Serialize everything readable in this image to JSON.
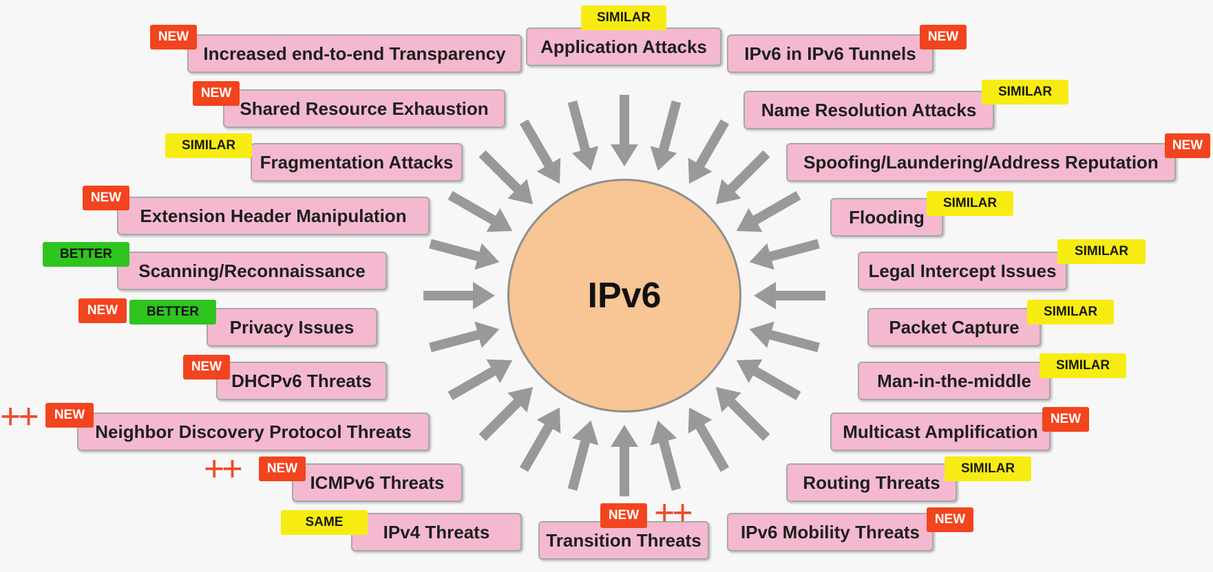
{
  "center": {
    "label": "IPv6"
  },
  "colors": {
    "box_fill": "#f4b9d0",
    "circle_fill": "#f8c594",
    "arrow": "#999999",
    "tag_new": "#f2441e",
    "tag_similar": "#f7ec12",
    "tag_better": "#2fc41f"
  },
  "tag_labels": {
    "new": "NEW",
    "similar": "SIMILAR",
    "same": "SAME",
    "better": "BETTER"
  },
  "plus_marks": "++",
  "threats": [
    {
      "label": "Increased end-to-end Transparency",
      "tags": [
        "NEW"
      ]
    },
    {
      "label": "Application Attacks",
      "tags": [
        "SIMILAR"
      ]
    },
    {
      "label": "IPv6 in IPv6 Tunnels",
      "tags": [
        "NEW"
      ]
    },
    {
      "label": "Shared Resource Exhaustion",
      "tags": [
        "NEW"
      ]
    },
    {
      "label": "Name Resolution Attacks",
      "tags": [
        "SIMILAR"
      ]
    },
    {
      "label": "Fragmentation Attacks",
      "tags": [
        "SIMILAR"
      ]
    },
    {
      "label": "Spoofing/Laundering/Address Reputation",
      "tags": [
        "NEW"
      ]
    },
    {
      "label": "Extension Header Manipulation",
      "tags": [
        "NEW"
      ]
    },
    {
      "label": "Flooding",
      "tags": [
        "SIMILAR"
      ]
    },
    {
      "label": "Scanning/Reconnaissance",
      "tags": [
        "BETTER"
      ]
    },
    {
      "label": "Legal Intercept Issues",
      "tags": [
        "SIMILAR"
      ]
    },
    {
      "label": "Privacy Issues",
      "tags": [
        "NEW",
        "BETTER"
      ]
    },
    {
      "label": "Packet Capture",
      "tags": [
        "SIMILAR"
      ]
    },
    {
      "label": "DHCPv6 Threats",
      "tags": [
        "NEW"
      ]
    },
    {
      "label": "Man-in-the-middle",
      "tags": [
        "SIMILAR"
      ]
    },
    {
      "label": "Neighbor Discovery Protocol Threats",
      "tags": [
        "NEW"
      ],
      "emphasis": "++"
    },
    {
      "label": "Multicast Amplification",
      "tags": [
        "NEW"
      ]
    },
    {
      "label": "ICMPv6 Threats",
      "tags": [
        "NEW"
      ],
      "emphasis": "++"
    },
    {
      "label": "Routing Threats",
      "tags": [
        "SIMILAR"
      ]
    },
    {
      "label": "IPv4 Threats",
      "tags": [
        "SAME"
      ]
    },
    {
      "label": "Transition Threats",
      "tags": [
        "NEW"
      ],
      "emphasis": "++"
    },
    {
      "label": "IPv6 Mobility Threats",
      "tags": [
        "NEW"
      ]
    }
  ]
}
